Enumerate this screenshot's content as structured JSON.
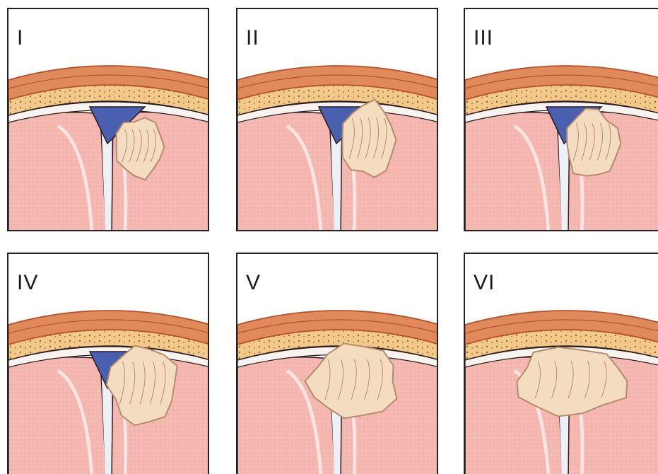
{
  "figure": {
    "panels": [
      {
        "label": "I",
        "tumor_stage": 1
      },
      {
        "label": "II",
        "tumor_stage": 2
      },
      {
        "label": "III",
        "tumor_stage": 3
      },
      {
        "label": "IV",
        "tumor_stage": 4
      },
      {
        "label": "V",
        "tumor_stage": 5
      },
      {
        "label": "VI",
        "tumor_stage": 6
      }
    ],
    "colors": {
      "scalp": "#e08a5c",
      "scalp_dark": "#b5522c",
      "bone": "#f3c98a",
      "bone_dots": "#8a5a2a",
      "brain": "#f4b7b0",
      "brain_highlight": "#fbe3df",
      "sinus": "#4a5fb0",
      "tumor": "#f4dcc0",
      "tumor_lines": "#b48c6c",
      "outline": "#2a1a1a"
    }
  }
}
